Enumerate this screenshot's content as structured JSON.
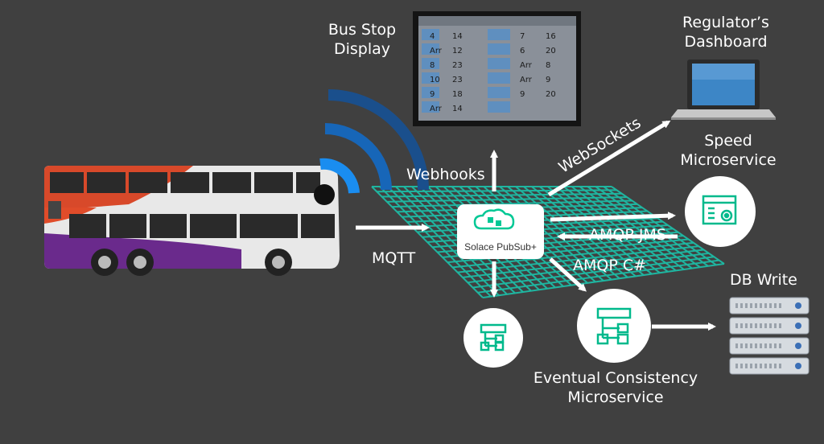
{
  "labels": {
    "bus_stop_display": "Bus Stop\nDisplay",
    "regulator_dashboard": "Regulator’s\nDashboard",
    "speed_microservice": "Speed\nMicroservice",
    "webhooks": "Webhooks",
    "websockets": "WebSockets",
    "mqtt": "MQTT",
    "amqp_jms": "AMQP JMS",
    "amqp_csharp": "AMQP C#",
    "db_write": "DB Write",
    "eventual_consistency": "Eventual Consistency\nMicroservice"
  },
  "broker": {
    "brand": "Solace",
    "product": "PubSub+"
  },
  "display_rows": [
    [
      "4",
      "14",
      "7",
      "16"
    ],
    [
      "Arr",
      "12",
      "6",
      "20"
    ],
    [
      "8",
      "23",
      "Arr",
      "8"
    ],
    [
      "10",
      "23",
      "Arr",
      "9"
    ],
    [
      "9",
      "18",
      "9",
      "20"
    ],
    [
      "Arr",
      "14",
      "",
      ""
    ]
  ],
  "colors": {
    "background": "#404040",
    "mesh": "#1fb5a0",
    "accent_teal": "#00c895",
    "wifi_blue": "#1a7fd6",
    "bus_red": "#d8492a",
    "bus_purple": "#6a2a8c"
  }
}
